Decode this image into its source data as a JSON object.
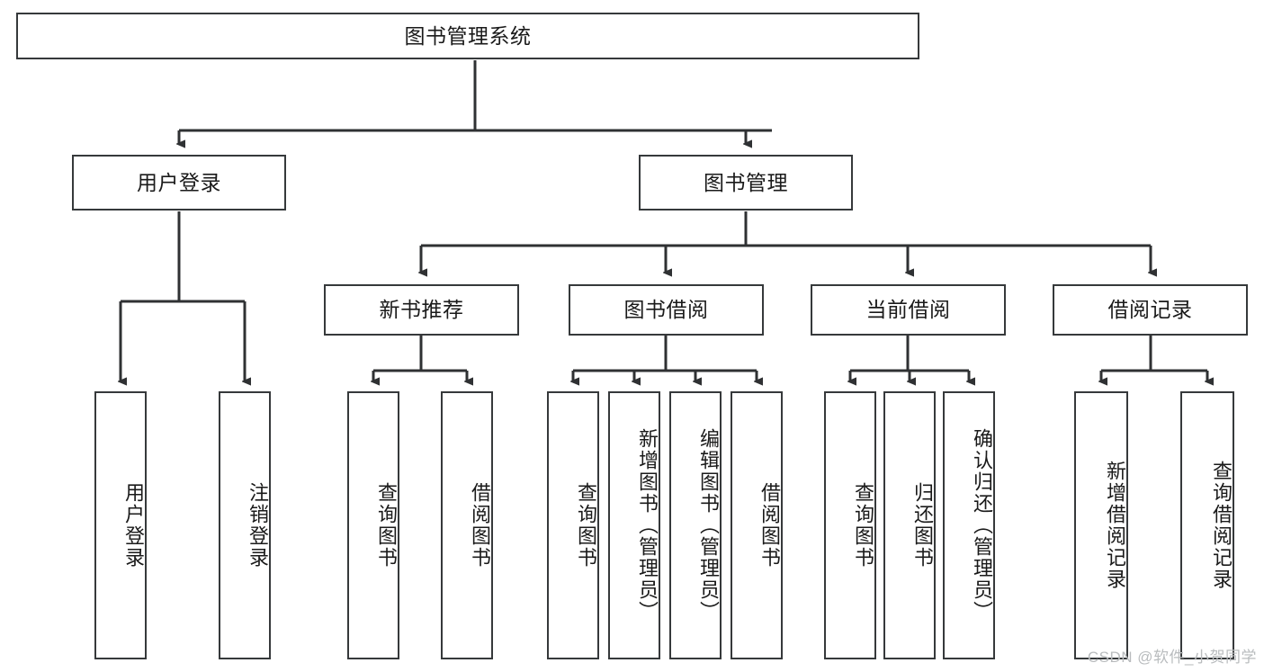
{
  "diagram": {
    "type": "tree",
    "title": "图书管理系统",
    "watermark": "CSDN @软件_小贺同学",
    "colors": {
      "box_border": "#36393b",
      "box_fill": "#ffffff",
      "link": "#2f3133",
      "text": "#1a1a1a",
      "watermark": "#b9bcbe"
    },
    "nodes": {
      "root": {
        "label": "图书管理系统",
        "level": 1
      },
      "level2": [
        {
          "id": "user-login",
          "label": "用户登录"
        },
        {
          "id": "book-manage",
          "label": "图书管理"
        }
      ],
      "level3": [
        {
          "id": "new-book-recommend",
          "label": "新书推荐",
          "parent": "book-manage"
        },
        {
          "id": "book-borrow",
          "label": "图书借阅",
          "parent": "book-manage"
        },
        {
          "id": "current-borrow",
          "label": "当前借阅",
          "parent": "book-manage"
        },
        {
          "id": "borrow-record",
          "label": "借阅记录",
          "parent": "book-manage"
        }
      ],
      "leaves": [
        {
          "id": "leaf-user-login",
          "label": "用户登录",
          "parent": "user-login"
        },
        {
          "id": "leaf-user-logout",
          "label": "注销登录",
          "parent": "user-login"
        },
        {
          "id": "leaf-query-book-1",
          "label": "查询图书",
          "parent": "new-book-recommend"
        },
        {
          "id": "leaf-borrow-book-1",
          "label": "借阅图书",
          "parent": "new-book-recommend"
        },
        {
          "id": "leaf-query-book-2",
          "label": "查询图书",
          "parent": "book-borrow"
        },
        {
          "id": "leaf-add-book",
          "label": "新增图书（管理员）",
          "parent": "book-borrow"
        },
        {
          "id": "leaf-edit-book",
          "label": "编辑图书（管理员）",
          "parent": "book-borrow"
        },
        {
          "id": "leaf-borrow-book-2",
          "label": "借阅图书",
          "parent": "book-borrow"
        },
        {
          "id": "leaf-query-book-3",
          "label": "查询图书",
          "parent": "current-borrow"
        },
        {
          "id": "leaf-return-book",
          "label": "归还图书",
          "parent": "current-borrow"
        },
        {
          "id": "leaf-confirm-return",
          "label": "确认归还（管理员）",
          "parent": "current-borrow"
        },
        {
          "id": "leaf-add-record",
          "label": "新增借阅记录",
          "parent": "borrow-record"
        },
        {
          "id": "leaf-query-record",
          "label": "查询借阅记录",
          "parent": "borrow-record"
        }
      ]
    }
  }
}
